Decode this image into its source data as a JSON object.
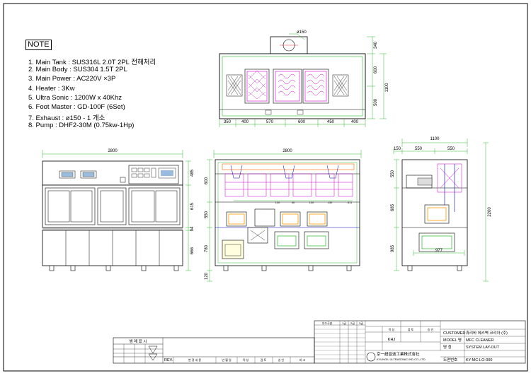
{
  "note": {
    "heading": "NOTE",
    "lines": [
      "1. Main Tank : SUS316L 2.0T 2PL 전해처리",
      "2. Main Body : SUS304 1.5T 2PL",
      "3. Main Power : AC220V ×3P",
      "4. Heater : 3Kw",
      "5. Ultra Sonic : 1200W x 40Khz",
      "6. Foot Master : GD-100F (6Set)",
      "7. Exhaust : ø150 - 1 개소",
      "8. Pump : DHF2-30M (0.75kw-1Hp)"
    ]
  },
  "top_view": {
    "dims_bottom": [
      "350",
      "400",
      "570",
      "600",
      "450",
      "400"
    ],
    "dims_right": [
      "340",
      "600",
      "500"
    ],
    "dim_total_right": "1100",
    "exhaust_label": "ø150"
  },
  "front_view": {
    "width": "2800",
    "dims_right": [
      "485",
      "615",
      "94",
      "666"
    ]
  },
  "section_view": {
    "width": "2800",
    "dims_left": [
      "600",
      "550",
      "780",
      "120"
    ],
    "dims_inner": [
      "130",
      "50",
      "130",
      "130",
      "811"
    ]
  },
  "side_view": {
    "width": "1100",
    "dims_top": [
      "150",
      "550",
      "550"
    ],
    "dims_left": [
      "550",
      "685",
      "985"
    ],
    "dim_total_right": "2200",
    "tank_width": "977"
  },
  "title_block": {
    "revision_header": "범 례 표 시",
    "rev_label": "REV.",
    "rev_cols": [
      "변 경 내 용",
      "년 월 일",
      "작 성",
      "검 토",
      "승 인",
      "비 고"
    ],
    "tolerance_header": [
      "치수구분",
      "1급",
      "2급",
      "3급"
    ],
    "approval_header": [
      "작 성",
      "검 토",
      "승 인"
    ],
    "drawer": "KHJ",
    "customer_label": "CUSTOMER",
    "customer_value": "휴리바 에스벽 코리아 (주)",
    "model_label": "MODEL 명",
    "model_value": "MFC CLEANER",
    "title_label": "명 칭",
    "title_value": "SYSTEM LAY-OUT",
    "drawing_no_label": "도면번호",
    "drawing_no_value": "KY-MC-LO-000",
    "company_korean": "京一超音波工業株式會社",
    "company_english": "KYUNGIL ULTRASONIC IND.CO.,LTD."
  }
}
